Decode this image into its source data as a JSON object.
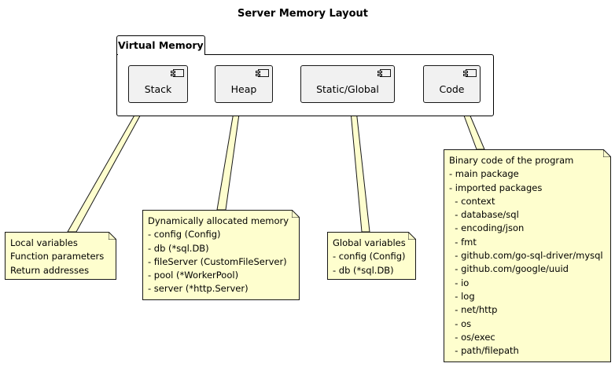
{
  "title": "Server Memory Layout",
  "package": {
    "label": "Virtual Memory"
  },
  "components": [
    {
      "label": "Stack"
    },
    {
      "label": "Heap"
    },
    {
      "label": "Static/Global"
    },
    {
      "label": "Code"
    }
  ],
  "notes": [
    {
      "lines": [
        "Local variables",
        "Function parameters",
        "Return addresses"
      ]
    },
    {
      "lines": [
        "Dynamically allocated memory",
        "- config (Config)",
        "- db (*sql.DB)",
        "- fileServer (CustomFileServer)",
        "- pool (*WorkerPool)",
        "- server (*http.Server)"
      ]
    },
    {
      "lines": [
        "Global variables",
        "- config (Config)",
        "- db (*sql.DB)"
      ]
    },
    {
      "lines": [
        "Binary code of the program",
        "- main package",
        "- imported packages",
        "  - context",
        "  - database/sql",
        "  - encoding/json",
        "  - fmt",
        "  - github.com/go-sql-driver/mysql",
        "  - github.com/google/uuid",
        "  - io",
        "  - log",
        "  - net/http",
        "  - os",
        "  - os/exec",
        "  - path/filepath"
      ]
    }
  ],
  "colors": {
    "note_fill": "#fefece",
    "component_fill": "#f1f1f1",
    "stroke": "#181818"
  }
}
